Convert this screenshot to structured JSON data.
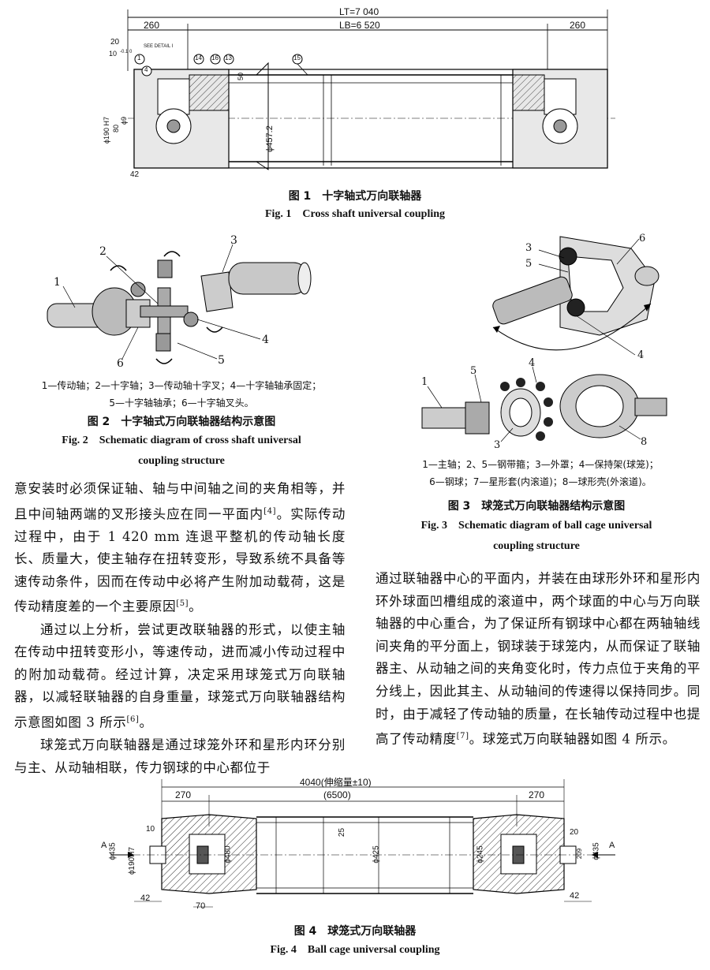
{
  "fig1": {
    "caption_cn": "图 1　十字轴式万向联轴器",
    "caption_en": "Fig. 1　Cross shaft universal coupling",
    "dims": {
      "lt": "LT=7 040",
      "lb": "LB=6 520",
      "d260_left": "260",
      "d260_right": "260",
      "d20": "20",
      "d10": "10",
      "tol": "-0.1 0",
      "see_detail": "SEE DETAIL I",
      "d50": "50",
      "d457": "ϕ457.2",
      "d190": "ϕ190 H7",
      "d80": "80",
      "d9": "ϕ9",
      "d42": "42"
    },
    "balloons": [
      "1",
      "4",
      "14",
      "16",
      "13",
      "15"
    ]
  },
  "fig2": {
    "callouts": [
      "1",
      "2",
      "3",
      "4",
      "5",
      "6"
    ],
    "legend_line1": "1—传动轴；2—十字轴；3—传动轴十字叉；4—十字轴轴承固定；",
    "legend_line2": "5—十字轴轴承；6—十字轴叉头。",
    "caption_cn": "图 2　十字轴式万向联轴器结构示意图",
    "caption_en_line1": "Fig. 2　Schematic diagram of cross shaft universal",
    "caption_en_line2": "coupling structure"
  },
  "fig3": {
    "callouts_top": [
      "3",
      "5",
      "6",
      "4"
    ],
    "callouts_bottom": [
      "1",
      "5",
      "4",
      "3",
      "8"
    ],
    "legend_line1": "1—主轴；2、5—钢带箍；3—外罩；4—保持架(球笼)；",
    "legend_line2": "6—钢球；7—星形套(内滚道)；8—球形壳(外滚道)。",
    "caption_cn": "图 3　球笼式万向联轴器结构示意图",
    "caption_en_line1": "Fig. 3　Schematic diagram of ball cage universal",
    "caption_en_line2": "coupling structure"
  },
  "text_left": {
    "p1": "意安装时必须保证轴、轴与中间轴之间的夹角相等，并且中间轴两端的叉形接头应在同一平面内",
    "p1_ref": "[4]",
    "p1_tail": "。实际传动过程中，由于 1 420 mm 连退平整机的传动轴长度长、质量大，使主轴存在扭转变形，导致系统不具备等速传动条件，因而在传动中必将产生附加动载荷，这是传动精度差的一个主要原因",
    "p1_ref2": "[5]",
    "p1_end": "。",
    "p2": "通过以上分析，尝试更改联轴器的形式，以使主轴在传动中扭转变形小，等速传动，进而减小传动过程中的附加动载荷。经过计算，决定采用球笼式万向联轴器，以减轻联轴器的自身重量，球笼式万向联轴器结构示意图如图 3 所示",
    "p2_ref": "[6]",
    "p2_end": "。",
    "p3": "球笼式万向联轴器是通过球笼外环和星形内环分别与主、从动轴相联，传力钢球的中心都位于"
  },
  "text_right": {
    "p1": "通过联轴器中心的平面内，并装在由球形外环和星形内环外球面凹槽组成的滚道中，两个球面的中心与万向联轴器的中心重合，为了保证所有钢球中心都在两轴轴线间夹角的平分面上，钢球装于球笼内，从而保证了联轴器主、从动轴之间的夹角变化时，传力点位于夹角的平分线上，因此其主、从动轴间的传速得以保持同步。同时，由于减轻了传动轴的质量，在长轴传动过程中也提高了传动精度",
    "p1_ref": "[7]",
    "p1_end": "。",
    "p2": "球笼式万向联轴器如图 4 所示。"
  },
  "fig4": {
    "caption_cn": "图 4　球笼式万向联轴器",
    "caption_en": "Fig. 4　Ball cage universal coupling",
    "dims": {
      "total": "4040(伸缩量±10)",
      "d270_left": "270",
      "d270_right": "270",
      "d6500": "(6500)",
      "d10": "10",
      "d25": "25",
      "d20": "20",
      "d435_left": "ϕ435",
      "d435_right": "ϕ435",
      "d190": "ϕ190H7",
      "d480": "ϕ480",
      "d425": "ϕ425",
      "d245": "ϕ245",
      "d209": "209",
      "d42_left": "42",
      "d42_right": "42",
      "d70": "70",
      "a_left": "A",
      "a_right": "A"
    }
  }
}
